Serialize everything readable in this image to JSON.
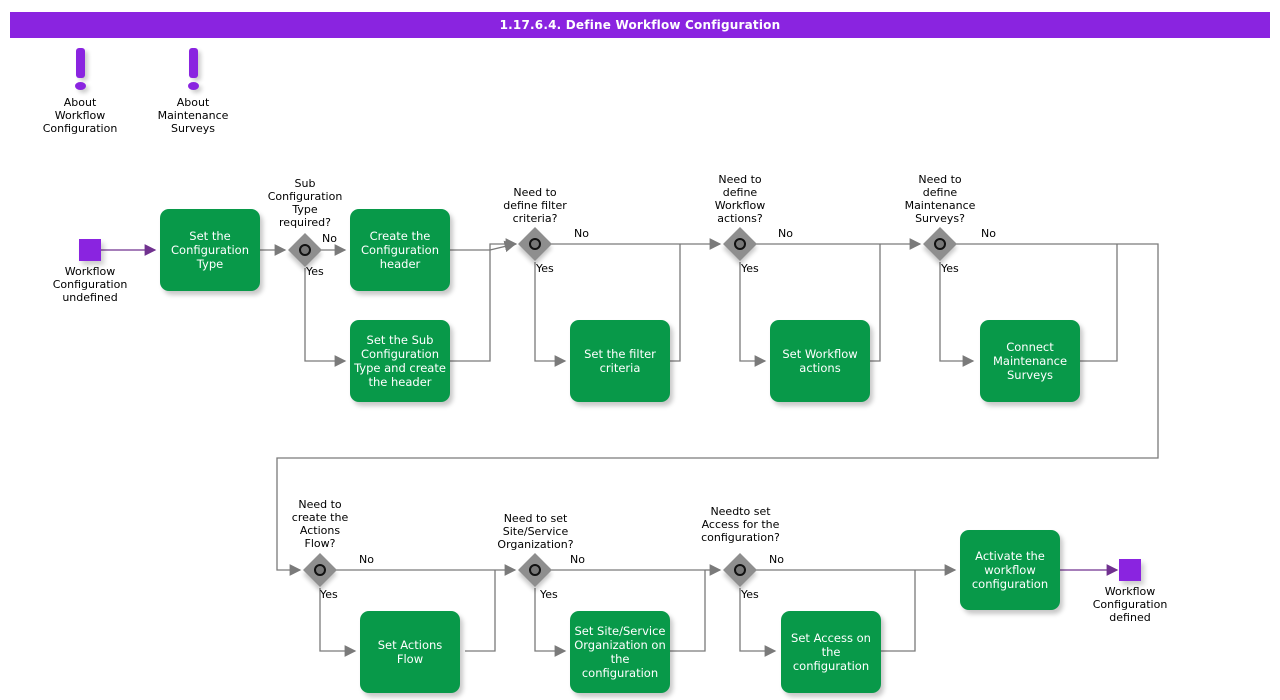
{
  "header": {
    "title": "1.17.6.4. Define Workflow Configuration",
    "bar_color": "#8a24e0"
  },
  "theme": {
    "task_green": "#089949",
    "event_purple": "#8a24e0",
    "gateway_gray": "#8e8e8e",
    "connector_gray": "#7a7a7a",
    "event_link_purple": "#70318f"
  },
  "annotations": [
    {
      "icon": "exclamation-icon",
      "label": "About\nWorkflow\nConfiguration"
    },
    {
      "icon": "exclamation-icon",
      "label": "About\nMaintenance\nSurveys"
    }
  ],
  "events": {
    "start": {
      "name": "start-event",
      "label": "Workflow\nConfiguration\nundefined"
    },
    "end": {
      "name": "end-event",
      "label": "Workflow\nConfiguration\ndefined"
    }
  },
  "tasks": [
    {
      "id": "t1",
      "label": "Set the\nConfiguration\nType"
    },
    {
      "id": "t2",
      "label": "Create the\nConfiguration\nheader"
    },
    {
      "id": "t3",
      "label": "Set the Sub\nConfiguration\nType and create\nthe header"
    },
    {
      "id": "t4",
      "label": "Set the filter\ncriteria"
    },
    {
      "id": "t5",
      "label": "Set Workflow\nactions"
    },
    {
      "id": "t6",
      "label": "Connect\nMaintenance\nSurveys"
    },
    {
      "id": "t7",
      "label": "Set Actions Flow"
    },
    {
      "id": "t8",
      "label": "Set Site/Service\nOrganization on\nthe configuration"
    },
    {
      "id": "t9",
      "label": "Set Access on\nthe configuration"
    },
    {
      "id": "t10",
      "label": "Activate the\nworkflow\nconfiguration"
    }
  ],
  "gateways": [
    {
      "id": "g1",
      "label": "Sub\nConfiguration\nType\nrequired?",
      "yes": "Yes",
      "no": "No"
    },
    {
      "id": "g2",
      "label": "Need to\ndefine filter\ncriteria?",
      "yes": "Yes",
      "no": "No"
    },
    {
      "id": "g3",
      "label": "Need to\ndefine\nWorkflow\nactions?",
      "yes": "Yes",
      "no": "No"
    },
    {
      "id": "g4",
      "label": "Need to\ndefine\nMaintenance\nSurveys?",
      "yes": "Yes",
      "no": "No"
    },
    {
      "id": "g5",
      "label": "Need to\ncreate the\nActions\nFlow?",
      "yes": "Yes",
      "no": "No"
    },
    {
      "id": "g6",
      "label": "Need to set\nSite/Service\nOrganization?",
      "yes": "Yes",
      "no": "No"
    },
    {
      "id": "g7",
      "label": "Needto set\nAccess for the\nconfiguration?",
      "yes": "Yes",
      "no": "No"
    }
  ]
}
